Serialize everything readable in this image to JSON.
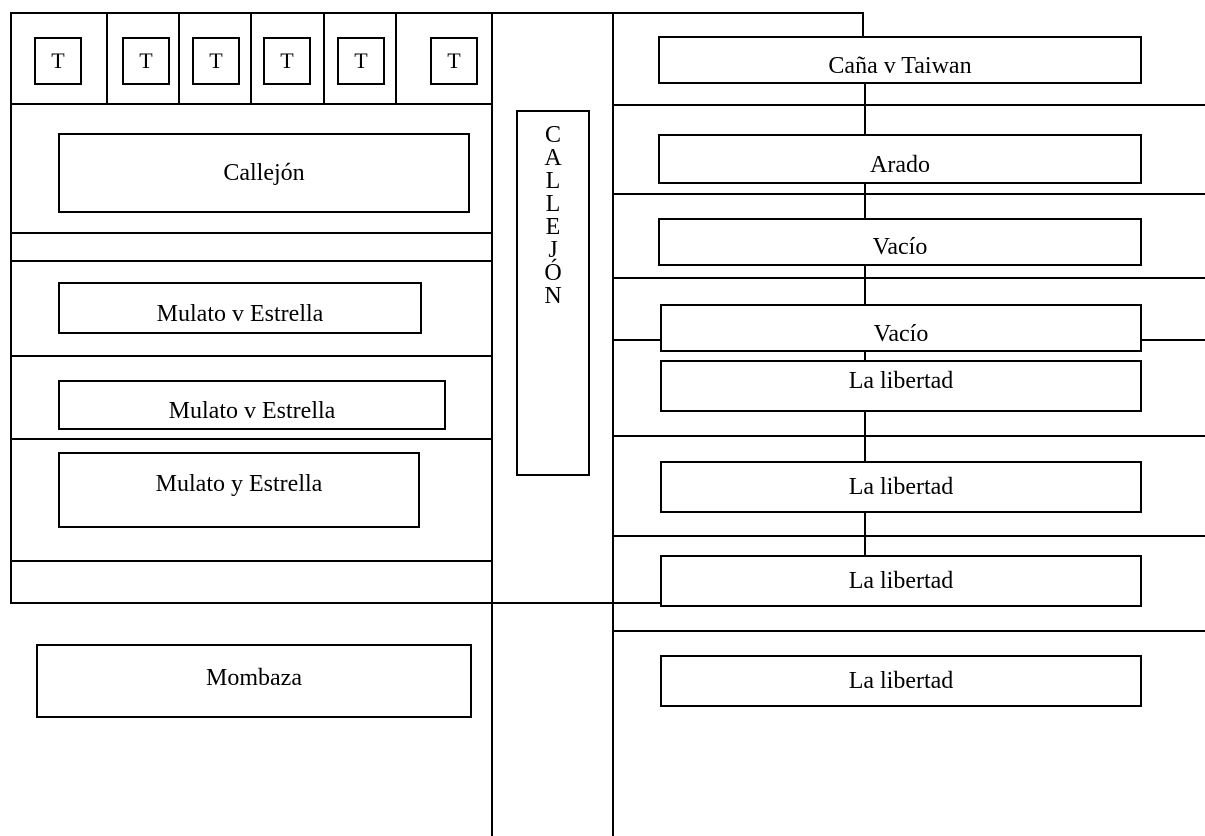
{
  "headline_plots": {
    "labels": [
      "T",
      "T",
      "T",
      "T",
      "T",
      "T"
    ]
  },
  "left_plots": [
    {
      "label": "Callejón"
    },
    {
      "label": "Mulato v Estrella"
    },
    {
      "label": "Mulato v Estrella"
    },
    {
      "label": "Mulato y Estrella"
    },
    {
      "label": "Mombaza"
    }
  ],
  "alley": {
    "letters": [
      "C",
      "A",
      "L",
      "L",
      "E",
      "J",
      "Ó",
      "N"
    ]
  },
  "right_plots": [
    {
      "label": "Caña v Taiwan"
    },
    {
      "label": "Arado"
    },
    {
      "label": "Vacío"
    },
    {
      "label": "Vacío"
    },
    {
      "label": "La libertad"
    },
    {
      "label": "La libertad"
    },
    {
      "label": "La libertad"
    },
    {
      "label": "La libertad"
    }
  ]
}
